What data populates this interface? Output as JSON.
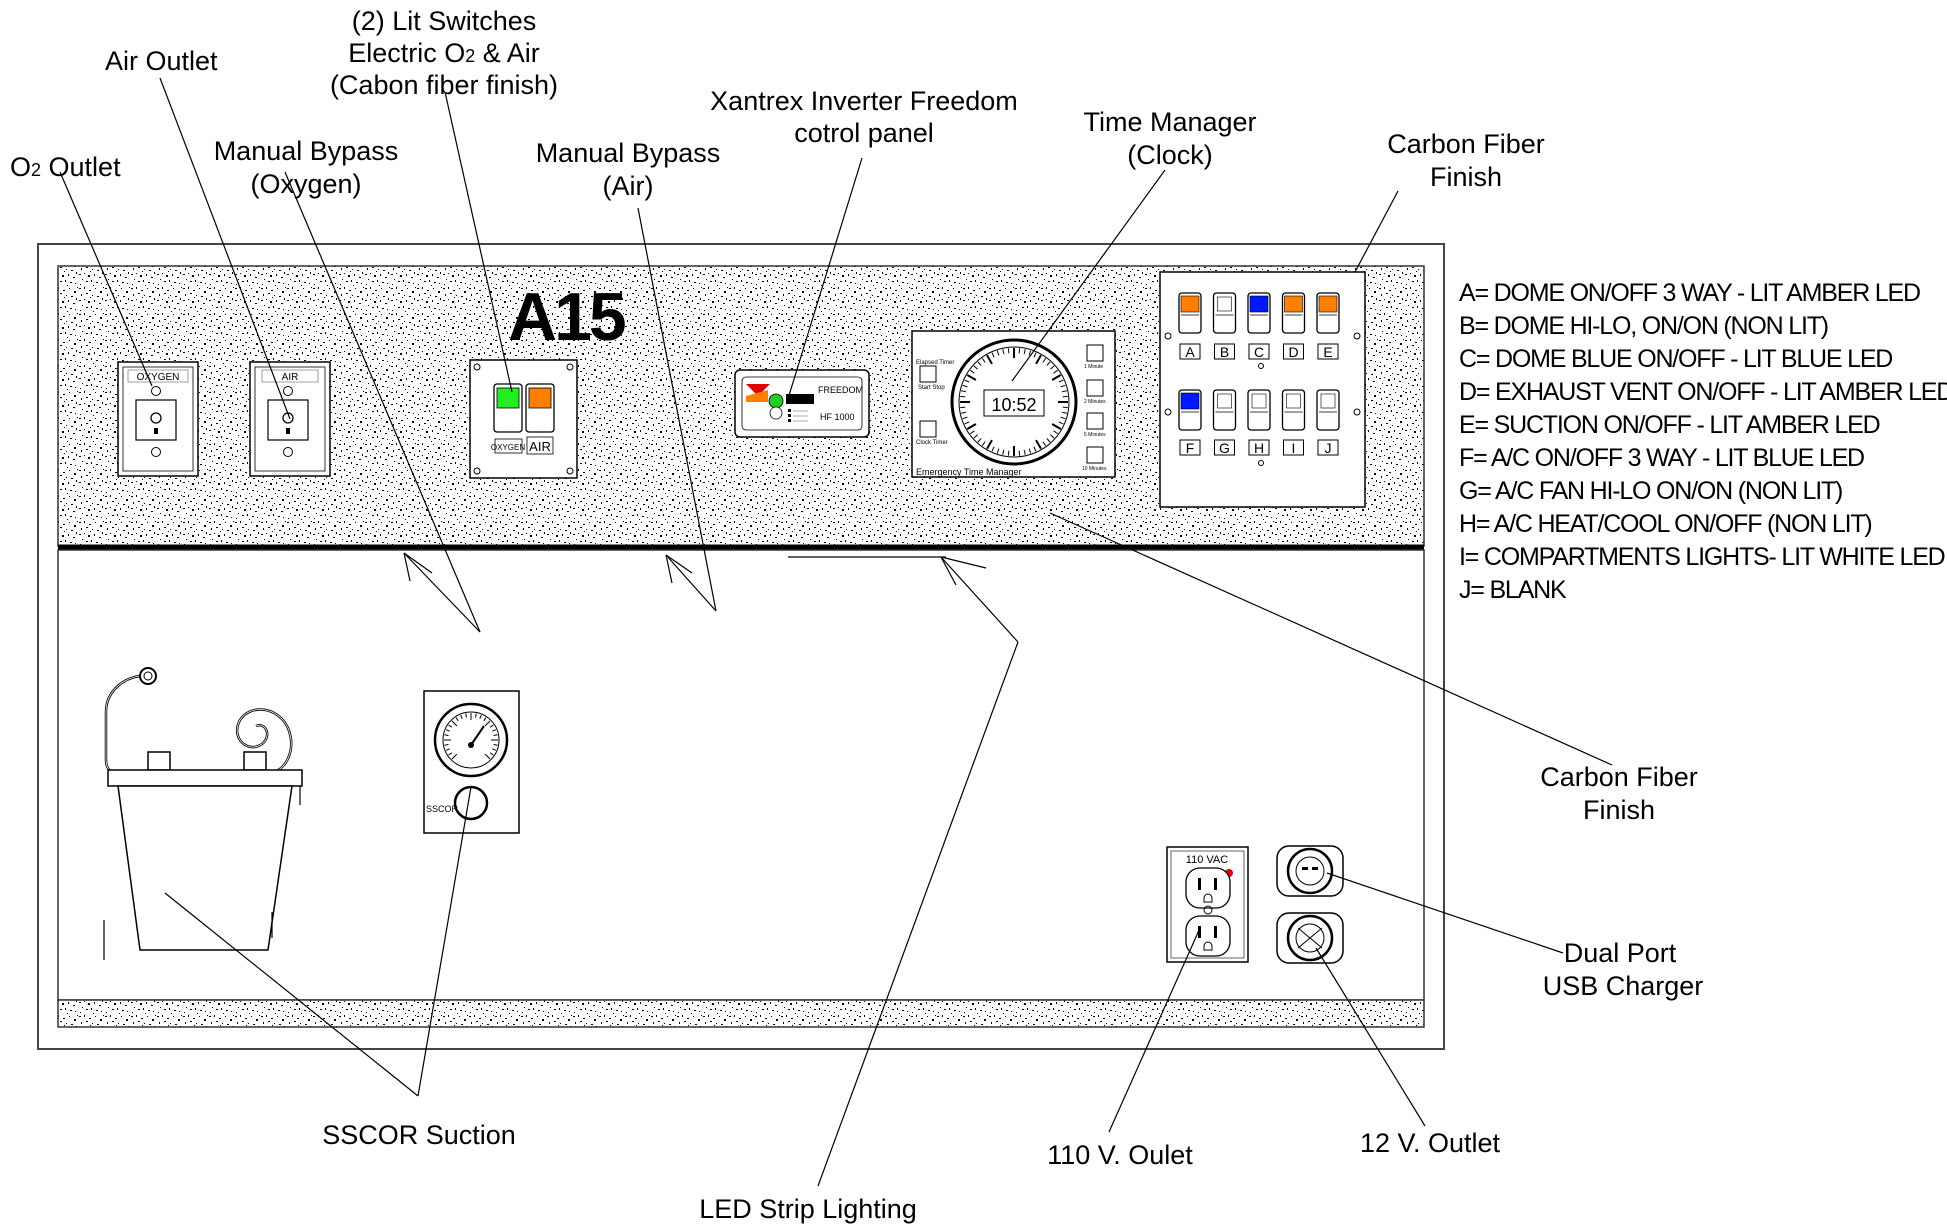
{
  "panel": {
    "code": "A15",
    "clock_time": "10:52",
    "oxygen_outlet_label": "OXYGEN",
    "air_outlet_label": "AIR",
    "switch_labels": {
      "oxygen": "OXYGEN",
      "air": "AIR"
    },
    "inverter": {
      "brand": "FREEDOM",
      "model": "HF 1000"
    },
    "timer": {
      "left_labels": [
        "Elapsed Timer",
        "Start Stop",
        "Clock Timer"
      ],
      "right_labels": [
        "1 Minute",
        "2 Minutes",
        "5 Minutes",
        "10 Minutes"
      ],
      "caption": "Emergency Time Manager"
    },
    "switch_letters_top": [
      "A",
      "B",
      "C",
      "D",
      "E"
    ],
    "switch_letters_bottom": [
      "F",
      "G",
      "H",
      "I",
      "J"
    ],
    "switch_colors_top": [
      "#ff8000",
      "#ffffff",
      "#0018ff",
      "#ff8000",
      "#ff8000"
    ],
    "switch_colors_bottom": [
      "#0018ff",
      "#ffffff",
      "#ffffff",
      "#ffffff",
      "#ffffff"
    ],
    "suction_brand": "SSCOR",
    "vac_label": "110 VAC"
  },
  "callouts": {
    "o2_outlet": "O2 Outlet",
    "air_outlet": "Air Outlet",
    "lit_switches": [
      "(2) Lit Switches",
      "Electric O2 & Air",
      "(Cabon fiber finish)"
    ],
    "manual_bypass_oxygen": [
      "Manual Bypass",
      "(Oxygen)"
    ],
    "manual_bypass_air": [
      "Manual Bypass",
      "(Air)"
    ],
    "xantrex": [
      "Xantrex Inverter Freedom",
      "cotrol panel"
    ],
    "time_manager": [
      "Time Manager",
      "(Clock)"
    ],
    "carbon_fiber_top": [
      "Carbon Fiber",
      "Finish"
    ],
    "carbon_fiber_right": [
      "Carbon Fiber",
      "Finish"
    ],
    "dual_port_usb": [
      "Dual Port",
      "USB Charger"
    ],
    "sscor_suction": "SSCOR Suction",
    "led_strip": "LED Strip Lighting",
    "outlet_110": "110 V. Oulet",
    "outlet_12": "12 V. Outlet"
  },
  "legend": [
    "A= DOME ON/OFF 3 WAY - LIT AMBER LED",
    "B= DOME HI-LO, ON/ON (NON LIT)",
    "C= DOME BLUE ON/OFF - LIT BLUE LED",
    "D= EXHAUST VENT ON/OFF - LIT AMBER LED",
    "E= SUCTION ON/OFF - LIT AMBER LED",
    "F= A/C ON/OFF 3 WAY - LIT BLUE LED",
    "G= A/C FAN HI-LO ON/ON (NON LIT)",
    "H= A/C HEAT/COOL ON/OFF (NON LIT)",
    "I=   COMPARTMENTS LIGHTS- LIT WHITE LED",
    "J=  BLANK"
  ],
  "colors": {
    "green_led": "#22ee22",
    "amber_led": "#ff8000",
    "blue_led": "#0018ff",
    "red_indicator": "#e00000"
  }
}
